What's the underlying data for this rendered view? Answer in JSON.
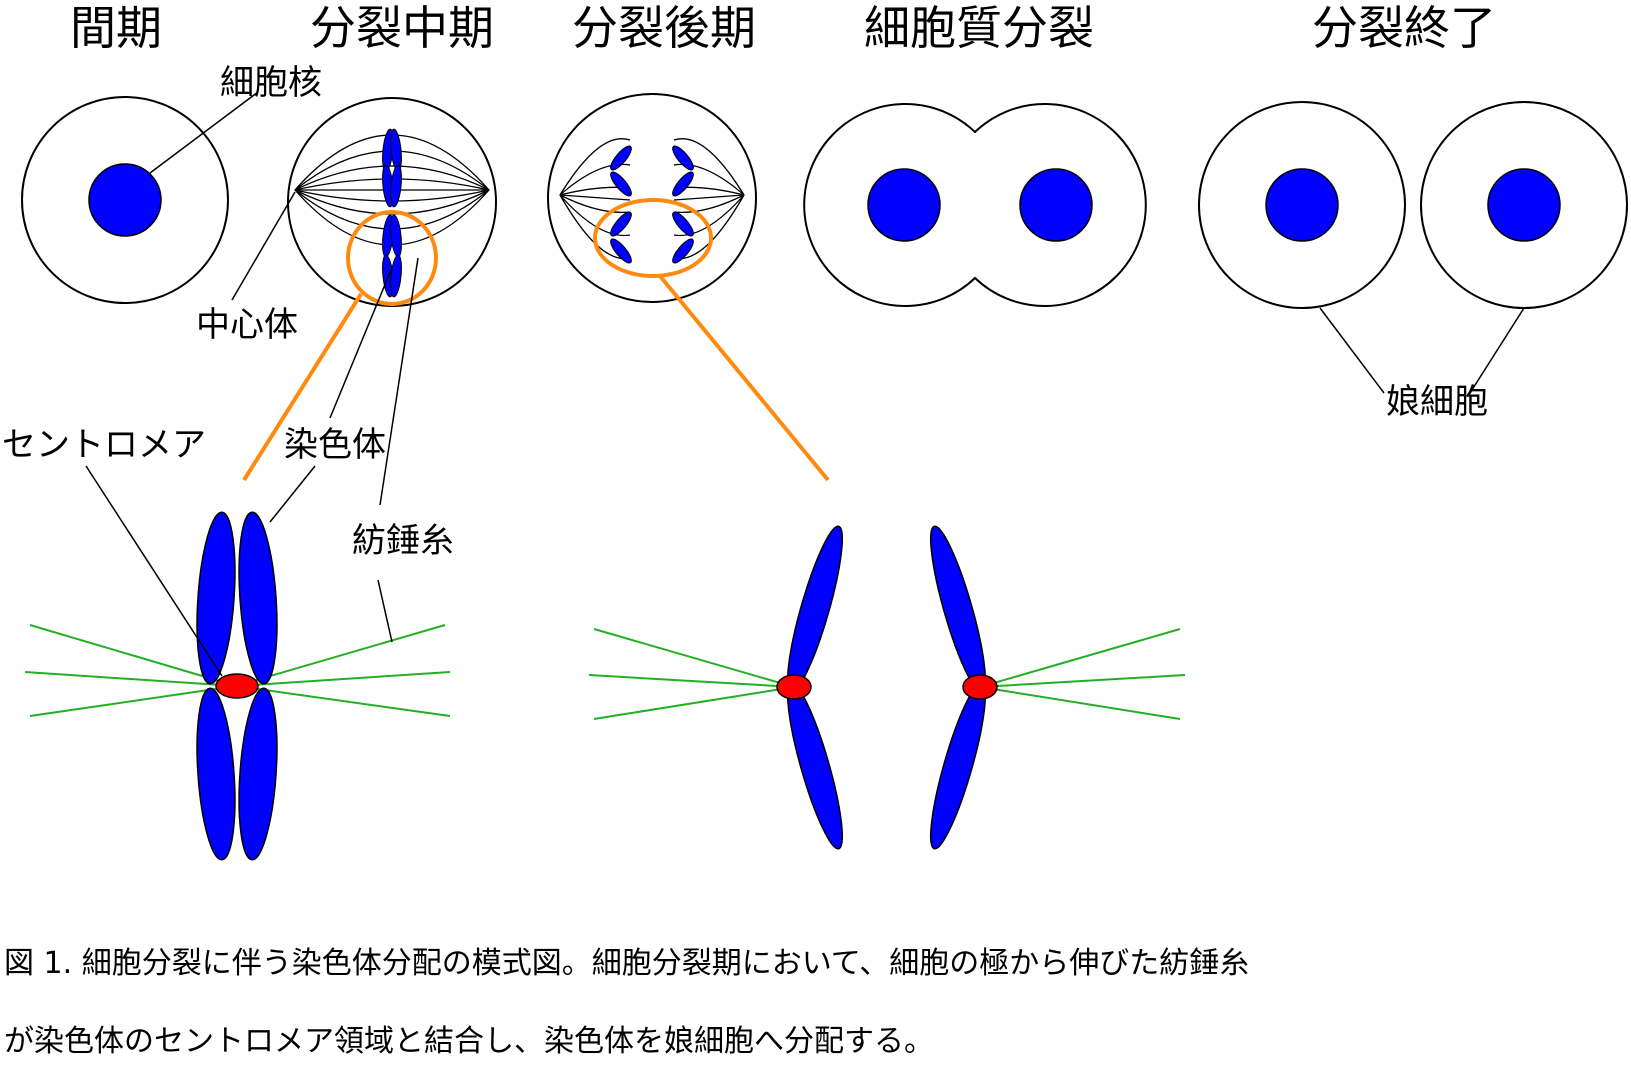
{
  "stages": {
    "interphase": "間期",
    "metaphase": "分裂中期",
    "anaphase": "分裂後期",
    "cytokinesis": "細胞質分裂",
    "telophase": "分裂終了"
  },
  "labels": {
    "nucleus": "細胞核",
    "centrosome": "中心体",
    "centromere": "セントロメア",
    "chromosome": "染色体",
    "spindle": "紡錘糸",
    "daughter_cells": "娘細胞"
  },
  "caption": {
    "line1": "図 1.  細胞分裂に伴う染色体分配の模式図。細胞分裂期において、細胞の極から伸びた紡錘糸",
    "line2": "が染色体のセントロメア領域と結合し、染色体を娘細胞へ分配する。"
  },
  "colors": {
    "chromosome": "#0000ff",
    "centromere": "#ff0000",
    "spindle_fiber": "#22b022",
    "highlight": "#ff8a10",
    "outline": "#000000"
  }
}
